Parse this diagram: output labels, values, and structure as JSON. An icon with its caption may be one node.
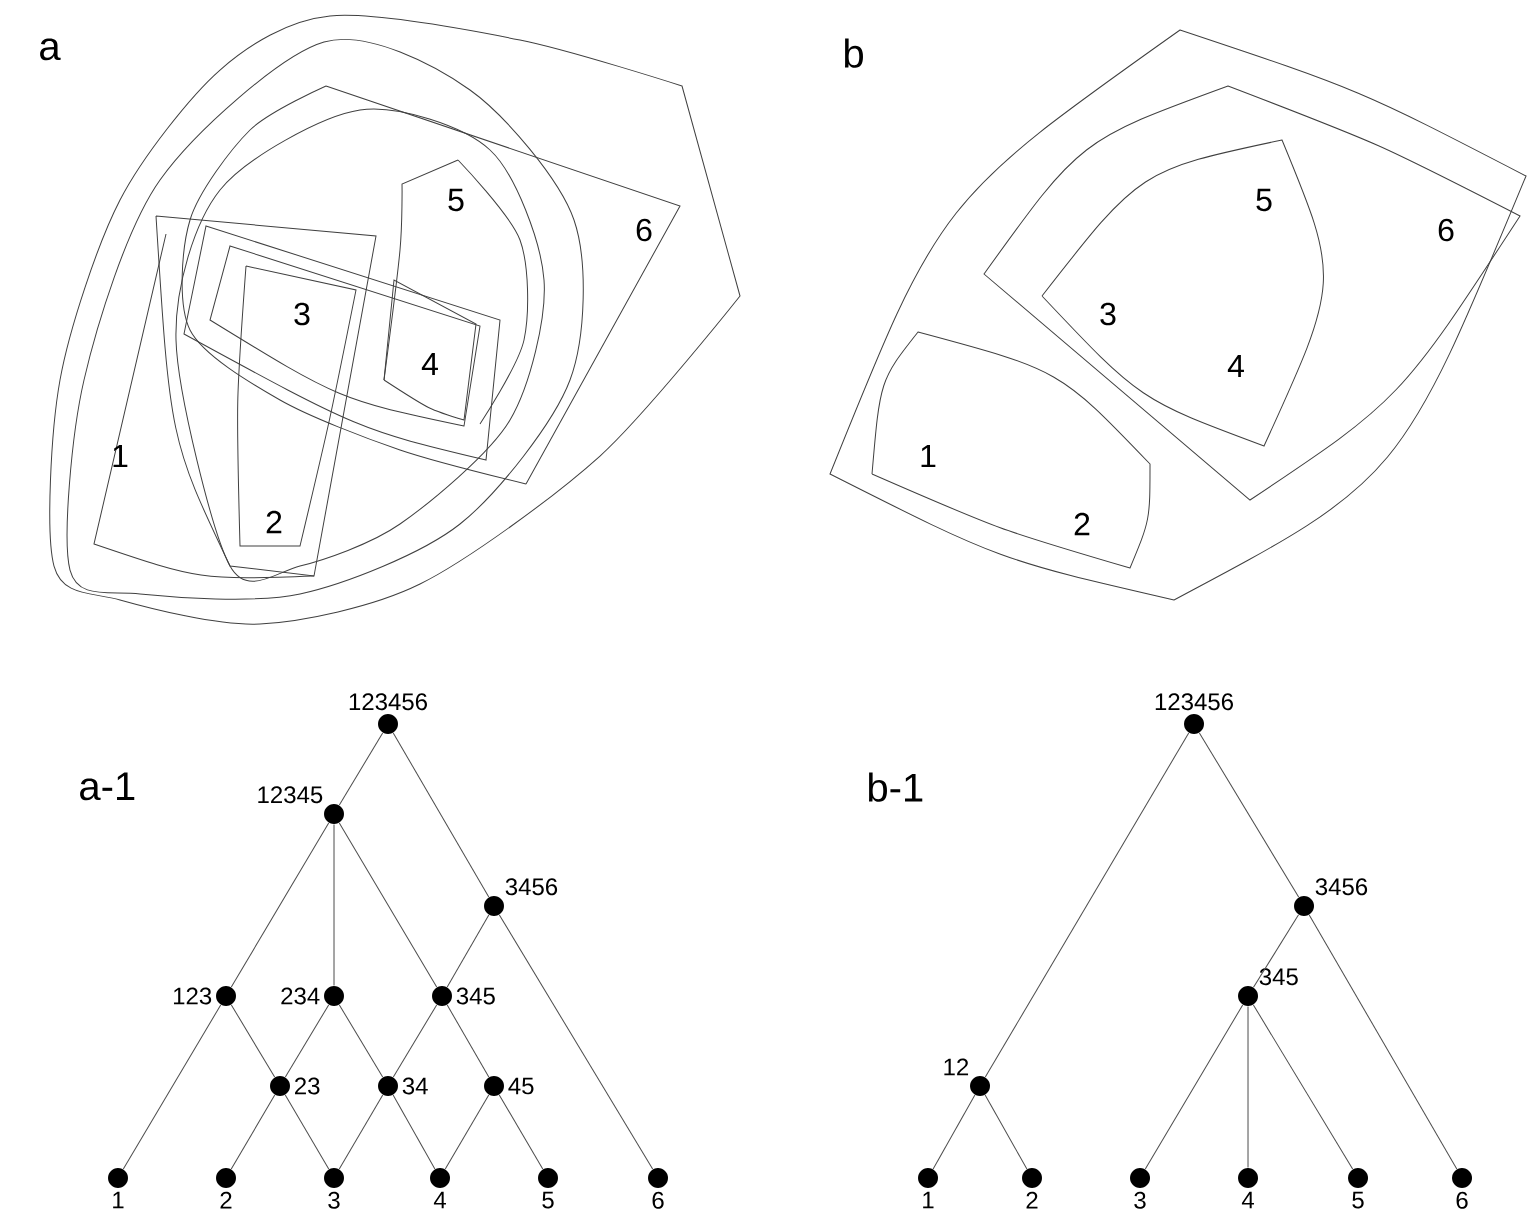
{
  "diagram": {
    "nodes": [
      {
        "text": [],
        "shape": "circle",
        "beside": [
          "123456"
        ]
      },
      {
        "text": [],
        "shape": "circle",
        "beside": [
          "12345"
        ]
      },
      {
        "text": [],
        "shape": "circle",
        "beside": [
          "3456"
        ]
      },
      {
        "text": [],
        "shape": "circle",
        "beside": [
          "123"
        ]
      },
      {
        "text": [],
        "shape": "circle",
        "beside": [
          "234"
        ]
      },
      {
        "text": [],
        "shape": "circle",
        "beside": [
          "345"
        ]
      },
      {
        "text": [],
        "shape": "circle",
        "beside": [
          "23"
        ]
      },
      {
        "text": [],
        "shape": "circle",
        "beside": [
          "34"
        ]
      },
      {
        "text": [],
        "shape": "circle",
        "beside": [
          "45"
        ]
      },
      {
        "text": [],
        "shape": "circle",
        "beside": [
          "1"
        ]
      },
      {
        "text": [],
        "shape": "circle",
        "beside": [
          "2"
        ]
      },
      {
        "text": [],
        "shape": "circle",
        "beside": [
          "3"
        ]
      },
      {
        "text": [],
        "shape": "circle",
        "beside": [
          "4"
        ]
      },
      {
        "text": [],
        "shape": "circle",
        "beside": [
          "5"
        ]
      },
      {
        "text": [],
        "shape": "circle",
        "beside": [
          "6"
        ]
      },
      {
        "text": [],
        "shape": "circle",
        "beside": [
          "123456"
        ]
      },
      {
        "text": [],
        "shape": "circle",
        "beside": [
          "3456"
        ]
      },
      {
        "text": [],
        "shape": "circle",
        "beside": [
          "345"
        ]
      },
      {
        "text": [],
        "shape": "circle",
        "beside": [
          "12"
        ]
      },
      {
        "text": [],
        "shape": "circle",
        "beside": [
          "1"
        ]
      },
      {
        "text": [],
        "shape": "circle",
        "beside": [
          "2"
        ]
      },
      {
        "text": [],
        "shape": "circle",
        "beside": [
          "3"
        ]
      },
      {
        "text": [],
        "shape": "circle",
        "beside": [
          "4"
        ]
      },
      {
        "text": [],
        "shape": "circle",
        "beside": [
          "5"
        ]
      },
      {
        "text": [],
        "shape": "circle",
        "beside": [
          "6"
        ]
      }
    ],
    "edges": [
      {
        "from": 0,
        "to": 1,
        "arrow": "none"
      },
      {
        "from": 0,
        "to": 2,
        "arrow": "none"
      },
      {
        "from": 1,
        "to": 3,
        "arrow": "none"
      },
      {
        "from": 1,
        "to": 4,
        "arrow": "none"
      },
      {
        "from": 1,
        "to": 5,
        "arrow": "none"
      },
      {
        "from": 2,
        "to": 5,
        "arrow": "none"
      },
      {
        "from": 2,
        "to": 14,
        "arrow": "none"
      },
      {
        "from": 3,
        "to": 9,
        "arrow": "none"
      },
      {
        "from": 3,
        "to": 6,
        "arrow": "none"
      },
      {
        "from": 4,
        "to": 6,
        "arrow": "none"
      },
      {
        "from": 4,
        "to": 7,
        "arrow": "none"
      },
      {
        "from": 5,
        "to": 7,
        "arrow": "none"
      },
      {
        "from": 5,
        "to": 8,
        "arrow": "none"
      },
      {
        "from": 6,
        "to": 10,
        "arrow": "none"
      },
      {
        "from": 6,
        "to": 11,
        "arrow": "none"
      },
      {
        "from": 7,
        "to": 11,
        "arrow": "none"
      },
      {
        "from": 7,
        "to": 12,
        "arrow": "none"
      },
      {
        "from": 8,
        "to": 12,
        "arrow": "none"
      },
      {
        "from": 8,
        "to": 13,
        "arrow": "none"
      },
      {
        "from": 15,
        "to": 18,
        "arrow": "none"
      },
      {
        "from": 15,
        "to": 16,
        "arrow": "none"
      },
      {
        "from": 16,
        "to": 17,
        "arrow": "none"
      },
      {
        "from": 16,
        "to": 24,
        "arrow": "none"
      },
      {
        "from": 17,
        "to": 21,
        "arrow": "none"
      },
      {
        "from": 17,
        "to": 22,
        "arrow": "none"
      },
      {
        "from": 17,
        "to": 23,
        "arrow": "none"
      },
      {
        "from": 18,
        "to": 19,
        "arrow": "none"
      },
      {
        "from": 18,
        "to": 20,
        "arrow": "none"
      }
    ],
    "labels": [
      "a",
      "b",
      "5",
      "6",
      "3",
      "4",
      "1",
      "2",
      "5",
      "6",
      "3",
      "4",
      "1",
      "2",
      "a-1",
      "b-1"
    ]
  }
}
